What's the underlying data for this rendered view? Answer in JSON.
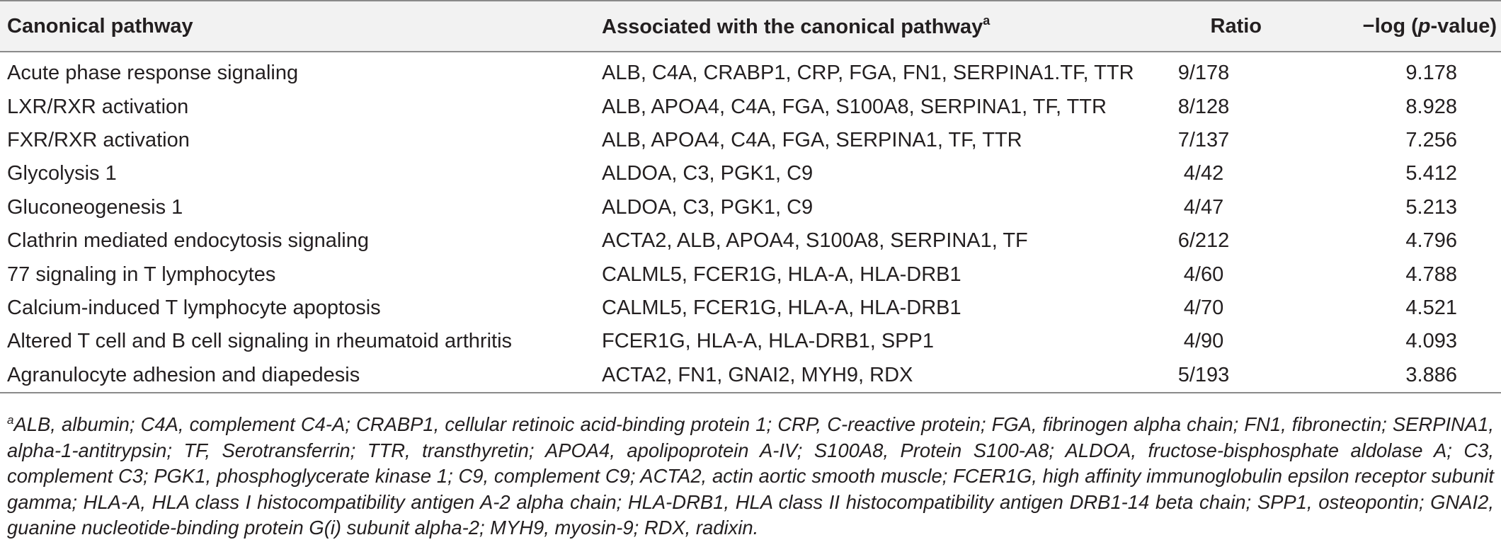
{
  "table": {
    "headers": {
      "pathway": "Canonical pathway",
      "associated": "Associated with the canonical pathway",
      "associated_sup": "a",
      "ratio": "Ratio",
      "logp_prefix": "−log (",
      "logp_italic": "p",
      "logp_suffix": "-value)"
    },
    "rows": [
      {
        "pathway": "Acute phase response signaling",
        "associated": "ALB, C4A, CRABP1, CRP, FGA, FN1, SERPINA1.TF, TTR",
        "ratio": "9/178",
        "logp": "9.178"
      },
      {
        "pathway": "LXR/RXR activation",
        "associated": "ALB, APOA4, C4A, FGA, S100A8, SERPINA1, TF, TTR",
        "ratio": "8/128",
        "logp": "8.928"
      },
      {
        "pathway": "FXR/RXR activation",
        "associated": "ALB, APOA4, C4A, FGA, SERPINA1, TF, TTR",
        "ratio": "7/137",
        "logp": "7.256"
      },
      {
        "pathway": "Glycolysis 1",
        "associated": "ALDOA, C3, PGK1, C9",
        "ratio": "4/42",
        "logp": "5.412"
      },
      {
        "pathway": "Gluconeogenesis 1",
        "associated": "ALDOA, C3, PGK1, C9",
        "ratio": "4/47",
        "logp": "5.213"
      },
      {
        "pathway": "Clathrin mediated endocytosis signaling",
        "associated": "ACTA2, ALB, APOA4, S100A8, SERPINA1, TF",
        "ratio": "6/212",
        "logp": "4.796"
      },
      {
        "pathway": "77 signaling in T lymphocytes",
        "associated": "CALML5, FCER1G, HLA-A, HLA-DRB1",
        "ratio": "4/60",
        "logp": "4.788"
      },
      {
        "pathway": "Calcium-induced T lymphocyte apoptosis",
        "associated": "CALML5, FCER1G, HLA-A, HLA-DRB1",
        "ratio": "4/70",
        "logp": "4.521"
      },
      {
        "pathway": "Altered T cell and B cell signaling in rheumatoid arthritis",
        "associated": "FCER1G, HLA-A, HLA-DRB1, SPP1",
        "ratio": "4/90",
        "logp": "4.093"
      },
      {
        "pathway": "Agranulocyte adhesion and diapedesis",
        "associated": "ACTA2, FN1, GNAI2, MYH9, RDX",
        "ratio": "5/193",
        "logp": "3.886"
      }
    ]
  },
  "footnote": {
    "marker": "a",
    "text": "ALB, albumin; C4A, complement C4-A; CRABP1, cellular retinoic acid-binding protein 1; CRP, C-reactive protein; FGA, fibrinogen alpha chain; FN1, fibronectin; SERPINA1, alpha-1-antitrypsin; TF, Serotransferrin; TTR, transthyretin; APOA4, apolipoprotein A-IV; S100A8, Protein S100-A8; ALDOA, fructose-bisphosphate aldolase A; C3, complement C3; PGK1, phosphoglycerate kinase 1; C9, complement C9; ACTA2, actin aortic smooth muscle; FCER1G, high affinity immunoglobulin epsilon receptor subunit gamma; HLA-A, HLA class I histocompatibility antigen A-2 alpha chain; HLA-DRB1, HLA class II histocompatibility antigen DRB1-14 beta chain; SPP1, osteopontin; GNAI2, guanine nucleotide-binding protein G(i) subunit alpha-2; MYH9, myosin-9; RDX, radixin."
  }
}
